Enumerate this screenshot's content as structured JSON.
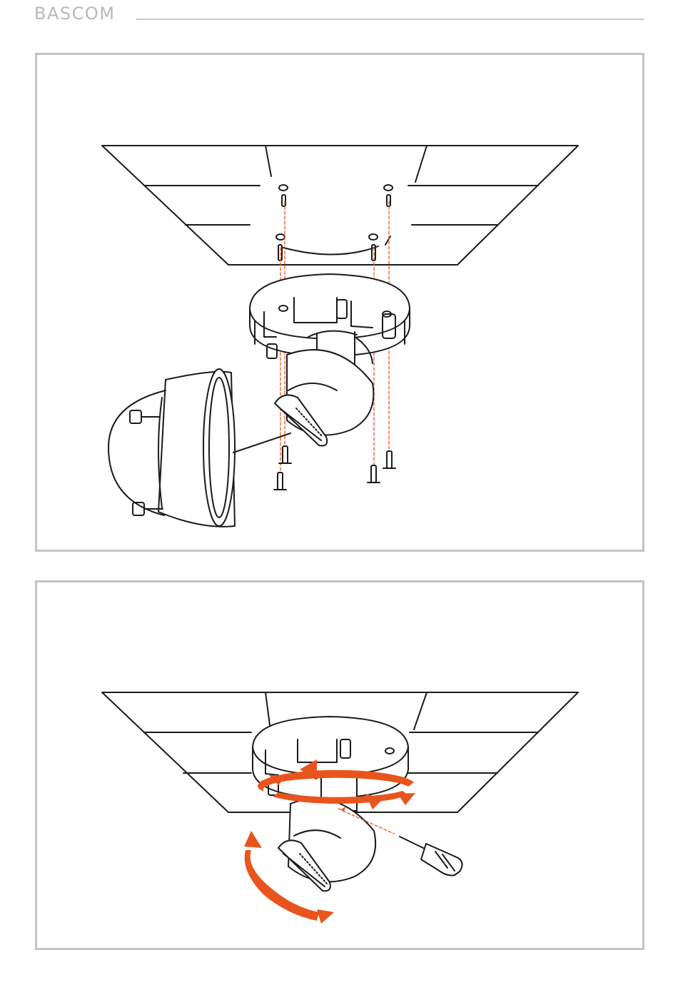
{
  "header": {
    "brand": "BASCOM"
  },
  "colors": {
    "line": "#1a1a1a",
    "accent": "#e9541c",
    "frame": "#c4c4c4",
    "brand_text": "#b8b8b8"
  },
  "figures": [
    {
      "id": "mounting-step"
    },
    {
      "id": "adjustment-step"
    }
  ]
}
